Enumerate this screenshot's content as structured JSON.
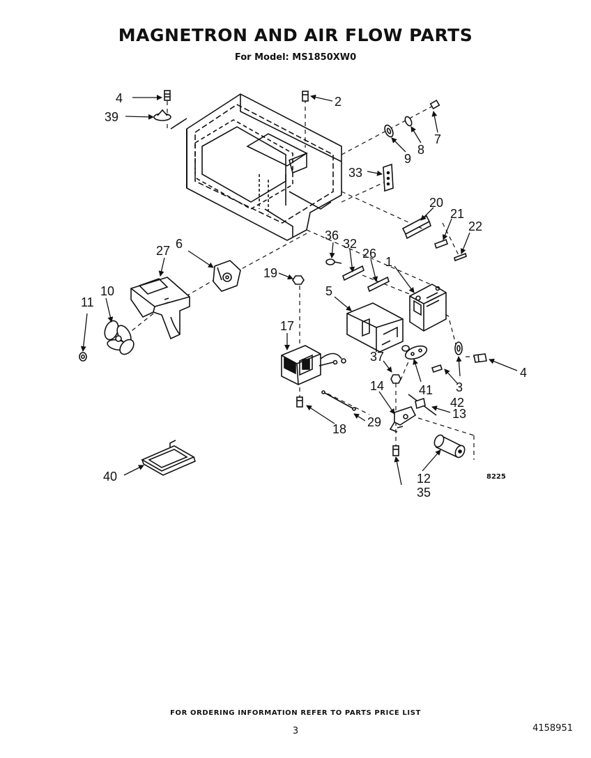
{
  "header": {
    "title": "MAGNETRON AND AIR FLOW PARTS",
    "model": "For Model: MS1850XW0"
  },
  "diagram_code": "8225",
  "footer": {
    "ordering_note": "FOR ORDERING INFORMATION REFER TO PARTS PRICE LIST",
    "page_number": "3",
    "document_number": "4158951"
  },
  "callouts": {
    "c1": "1",
    "c2": "2",
    "c3": "3",
    "c4a": "4",
    "c4b": "4",
    "c5": "5",
    "c6": "6",
    "c7": "7",
    "c8": "8",
    "c9": "9",
    "c10": "10",
    "c11": "11",
    "c12": "12",
    "c13": "13",
    "c14": "14",
    "c17": "17",
    "c18": "18",
    "c19": "19",
    "c20": "20",
    "c21": "21",
    "c22": "22",
    "c26": "26",
    "c27": "27",
    "c29": "29",
    "c32": "32",
    "c33": "33",
    "c35": "35",
    "c36": "36",
    "c37": "37",
    "c39": "39",
    "c40": "40",
    "c41": "41",
    "c42": "42"
  }
}
